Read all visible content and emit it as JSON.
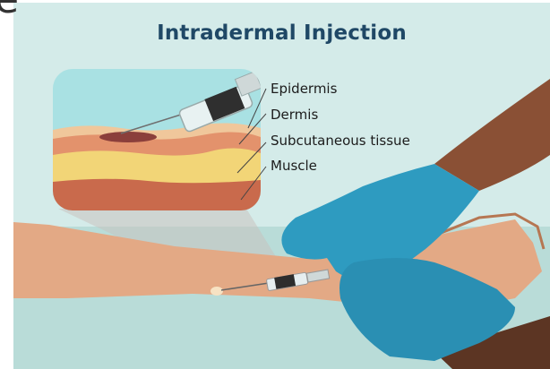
{
  "page": {
    "partial_text": "e"
  },
  "figure": {
    "title": "Intradermal Injection",
    "layers": [
      {
        "label": "Epidermis",
        "color": "#f0c79b"
      },
      {
        "label": "Dermis",
        "color": "#e3926c"
      },
      {
        "label": "Subcutaneous tissue",
        "color": "#f2d577"
      },
      {
        "label": "Muscle",
        "color": "#c96a4c"
      }
    ],
    "background_color": "#d4ebe9",
    "glove_color": "#2e9bc0",
    "illustration_parts": [
      "syringe",
      "skin-cross-section",
      "forearm",
      "gloved-hands",
      "injection-bleb"
    ]
  }
}
